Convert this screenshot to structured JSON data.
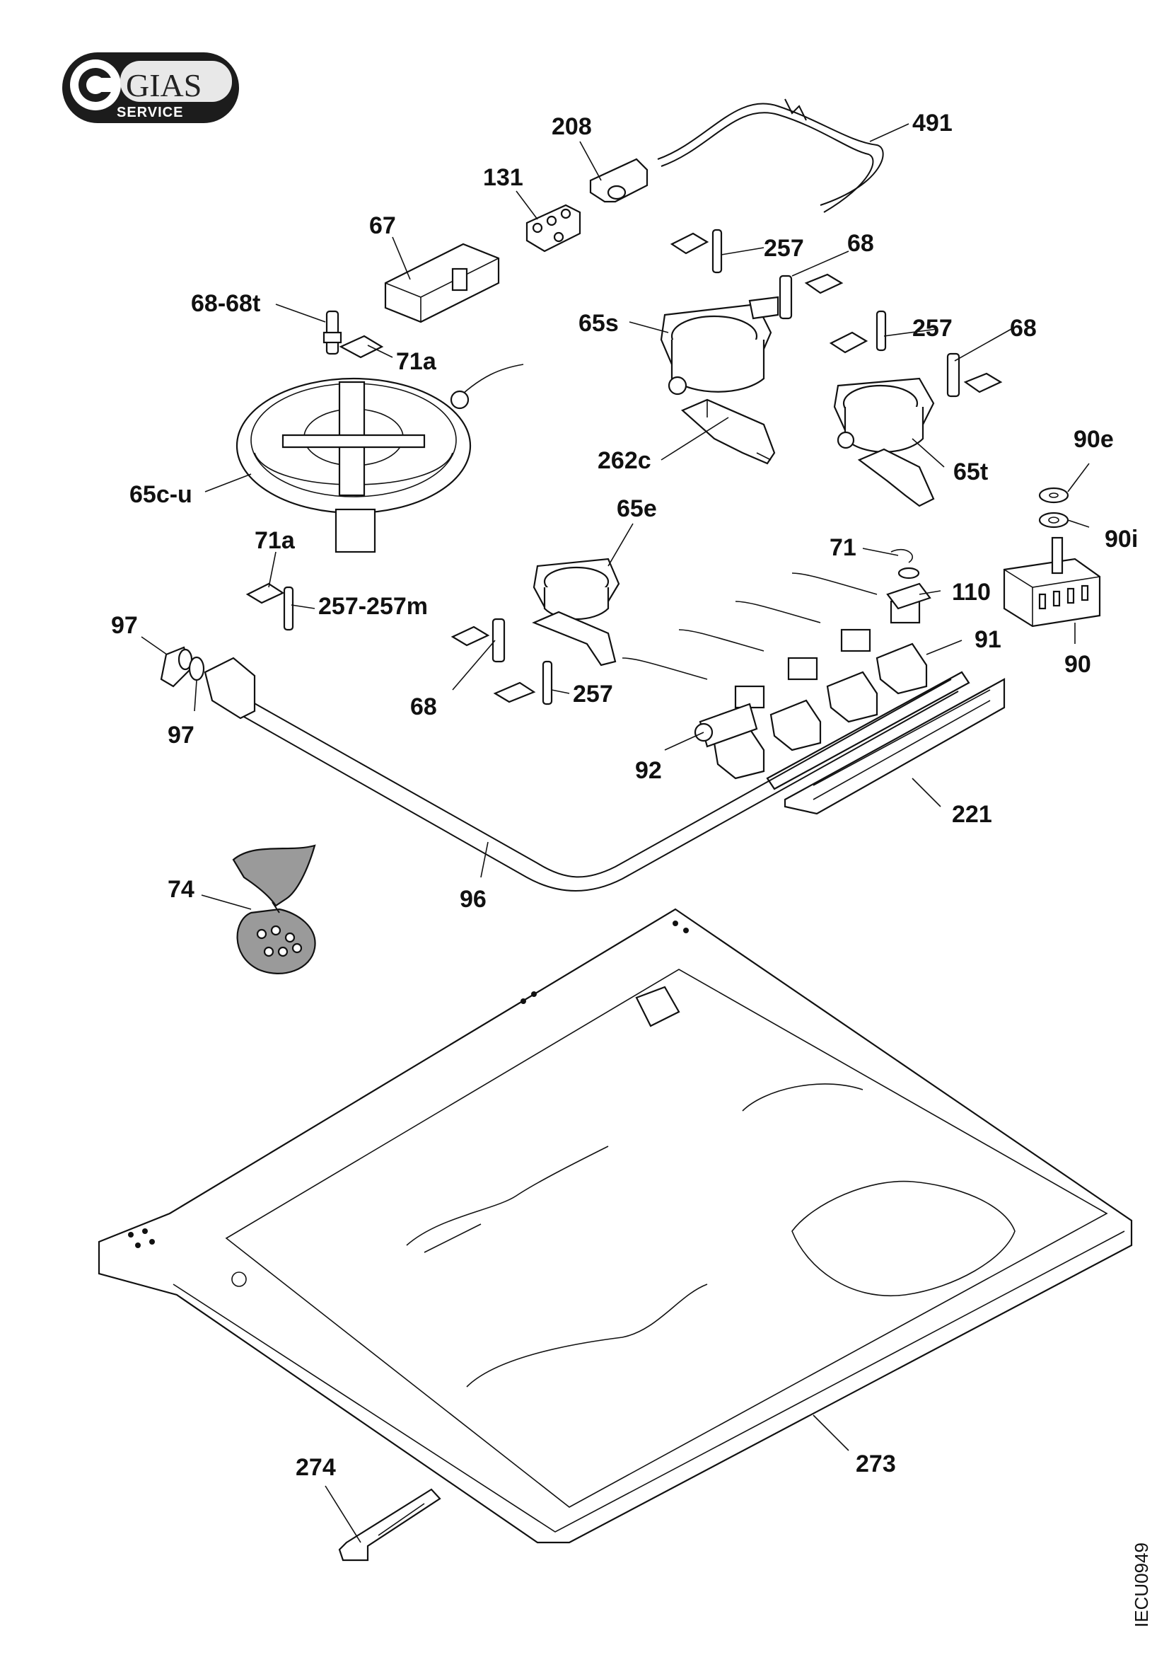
{
  "logo": {
    "brand": "GIAS",
    "sub": "SERVICE"
  },
  "drawing_code": "IECU0949",
  "callouts": {
    "p208": "208",
    "p491": "491",
    "p131": "131",
    "p67": "67",
    "p257a": "257",
    "p68a": "68",
    "p68_68t": "68-68t",
    "p71a_top": "71a",
    "p65s": "65s",
    "p257b": "257",
    "p68b": "68",
    "p262c": "262c",
    "p65t": "65t",
    "p65c_u": "65c-u",
    "p90e": "90e",
    "p90i": "90i",
    "p65e": "65e",
    "p71a_low": "71a",
    "p71": "71",
    "p110": "110",
    "p257_257m": "257-257m",
    "p97a": "97",
    "p91": "91",
    "p90": "90",
    "p68c": "68",
    "p257c": "257",
    "p97b": "97",
    "p92": "92",
    "p221": "221",
    "p74": "74",
    "p96": "96",
    "p273": "273",
    "p274": "274"
  }
}
